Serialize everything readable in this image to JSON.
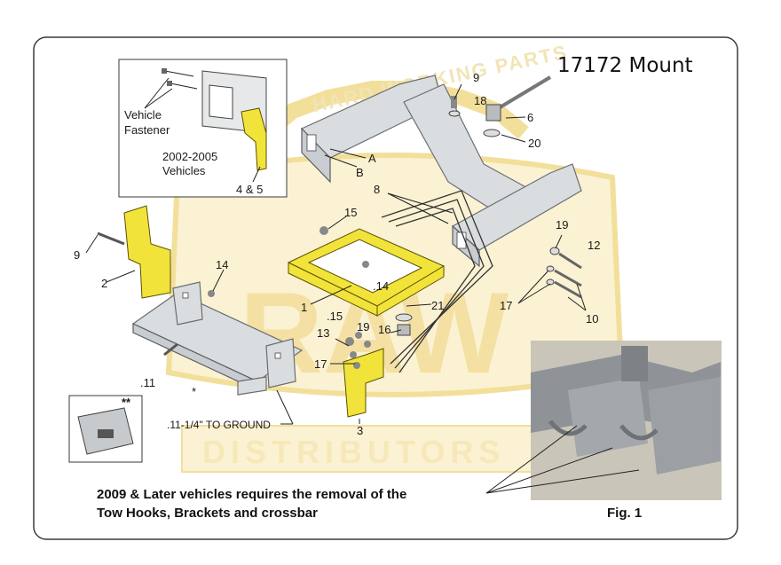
{
  "title": "17172 Mount",
  "watermark": {
    "arc_text": "HARD WORKING PARTS",
    "logo_text": "RAW",
    "distributor_text": "DISTRIBUTORS"
  },
  "inset": {
    "vehicle_fastener": [
      "Vehicle",
      "Fastener"
    ],
    "years": [
      "2002-2005",
      "Vehicles"
    ],
    "parts": "4 & 5"
  },
  "callouts": {
    "n9_top": "9",
    "n18": "18",
    "n6": "6",
    "n20": "20",
    "A": "A",
    "B": "B",
    "n8": "8",
    "n15_top": "15",
    "n19_right": "19",
    "n12": "12",
    "n9_left": "9",
    "n2": "2",
    "n14_left": "14",
    "n14_mid": ".14",
    "n1": "1",
    "n21": "21",
    "n17_right": "17",
    "n10": "10",
    "n15_mid": ".15",
    "n13": "13",
    "n19_mid": "19",
    "n16": "16",
    "n17_mid": "17",
    "n11": ".11",
    "star": "*",
    "n3": "3",
    "dbl_star": "**"
  },
  "ground_note": ".11-1/4\" TO GROUND",
  "bottom_note": [
    "2009 & Later vehicles requires the removal of the",
    "Tow Hooks, Brackets and crossbar"
  ],
  "fig_label": "Fig. 1"
}
